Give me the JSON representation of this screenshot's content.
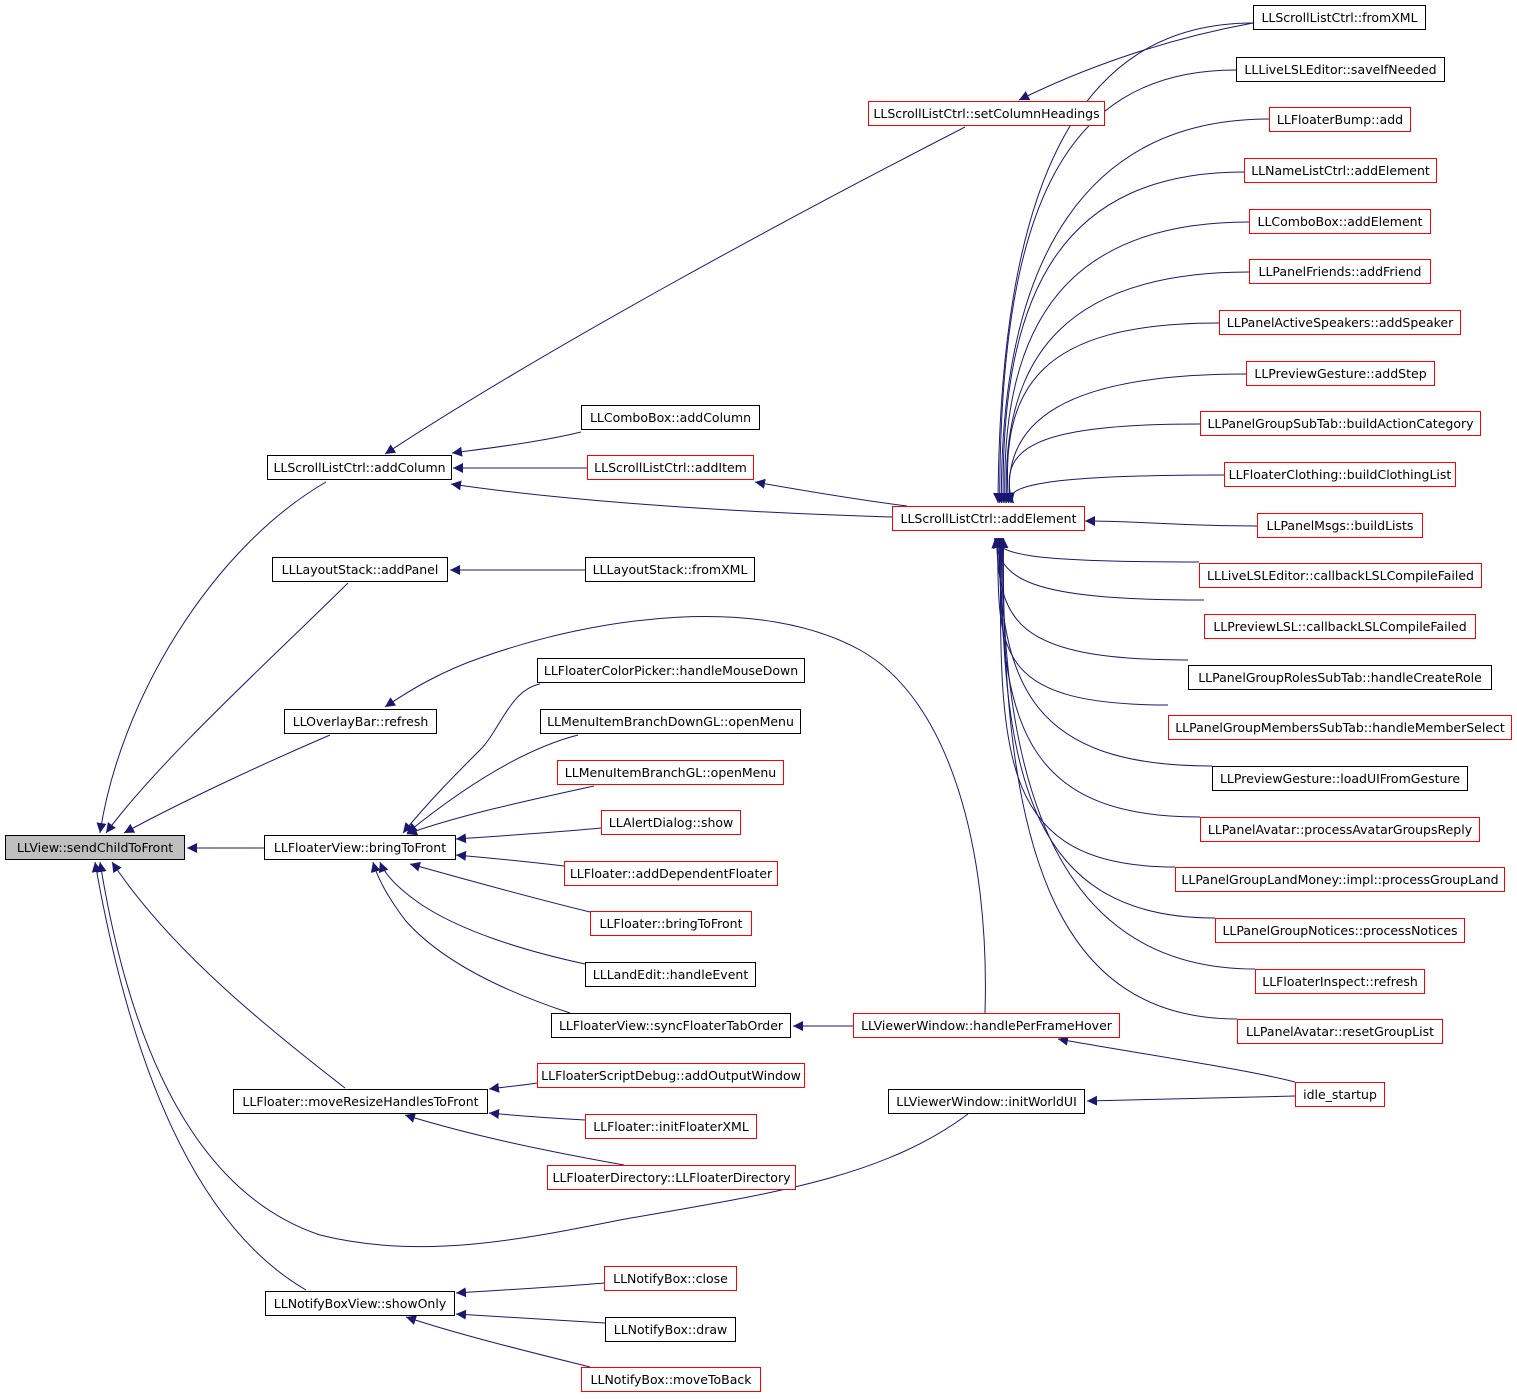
{
  "colors": {
    "edge": "#191970",
    "node_border": "#000000",
    "incomplete_border": "#ff0000",
    "root_fill": "#bfbfbf"
  },
  "nodes": {
    "root": "LLView::sendChildToFront",
    "addColumn": "LLScrollListCtrl::addColumn",
    "addPanel": "LLLayoutStack::addPanel",
    "ovRefresh": "LLOverlayBar::refresh",
    "fvBring": "LLFloaterView::bringToFront",
    "moveResize": "LLFloater::moveResizeHandlesToFront",
    "nbShowOnly": "LLNotifyBoxView::showOnly",
    "setColHead": "LLScrollListCtrl::setColumnHeadings",
    "cbAddColumn": "LLComboBox::addColumn",
    "slAddItem": "LLScrollListCtrl::addItem",
    "lsFromXML": "LLLayoutStack::fromXML",
    "cpMouseDown": "LLFloaterColorPicker::handleMouseDown",
    "mbdOpen": "LLMenuItemBranchDownGL::openMenu",
    "mbOpen": "LLMenuItemBranchGL::openMenu",
    "alertShow": "LLAlertDialog::show",
    "addDep": "LLFloater::addDependentFloater",
    "flBring": "LLFloater::bringToFront",
    "landEdit": "LLLandEdit::handleEvent",
    "syncTab": "LLFloaterView::syncFloaterTabOrder",
    "sdAddOut": "LLFloaterScriptDebug::addOutputWindow",
    "initXML": "LLFloater::initFloaterXML",
    "flDir": "LLFloaterDirectory::LLFloaterDirectory",
    "nbClose": "LLNotifyBox::close",
    "nbDraw": "LLNotifyBox::draw",
    "nbBack": "LLNotifyBox::moveToBack",
    "slAddElem": "LLScrollListCtrl::addElement",
    "vwHover": "LLViewerWindow::handlePerFrameHover",
    "vwInitUI": "LLViewerWindow::initWorldUI",
    "slFromXML": "LLScrollListCtrl::fromXML",
    "lslSave": "LLLiveLSLEditor::saveIfNeeded",
    "bumpAdd": "LLFloaterBump::add",
    "nlAdd": "LLNameListCtrl::addElement",
    "cbAddElem": "LLComboBox::addElement",
    "pfAddFriend": "LLPanelFriends::addFriend",
    "asAddSpeaker": "LLPanelActiveSpeakers::addSpeaker",
    "pgAddStep": "LLPreviewGesture::addStep",
    "gsBuildAction": "LLPanelGroupSubTab::buildActionCategory",
    "fcBuildCloth": "LLFloaterClothing::buildClothingList",
    "pmBuildLists": "LLPanelMsgs::buildLists",
    "lslCompile": "LLLiveLSLEditor::callbackLSLCompileFailed",
    "plCompile": "LLPreviewLSL::callbackLSLCompileFailed",
    "grCreateRole": "LLPanelGroupRolesSubTab::handleCreateRole",
    "gmMemberSel": "LLPanelGroupMembersSubTab::handleMemberSelect",
    "pgLoadUI": "LLPreviewGesture::loadUIFromGesture",
    "paGroupsReply": "LLPanelAvatar::processAvatarGroupsReply",
    "glProcess": "LLPanelGroupLandMoney::impl::processGroupLand",
    "gnProcess": "LLPanelGroupNotices::processNotices",
    "fiRefresh": "LLFloaterInspect::refresh",
    "paReset": "LLPanelAvatar::resetGroupList",
    "idle": "idle_startup"
  }
}
